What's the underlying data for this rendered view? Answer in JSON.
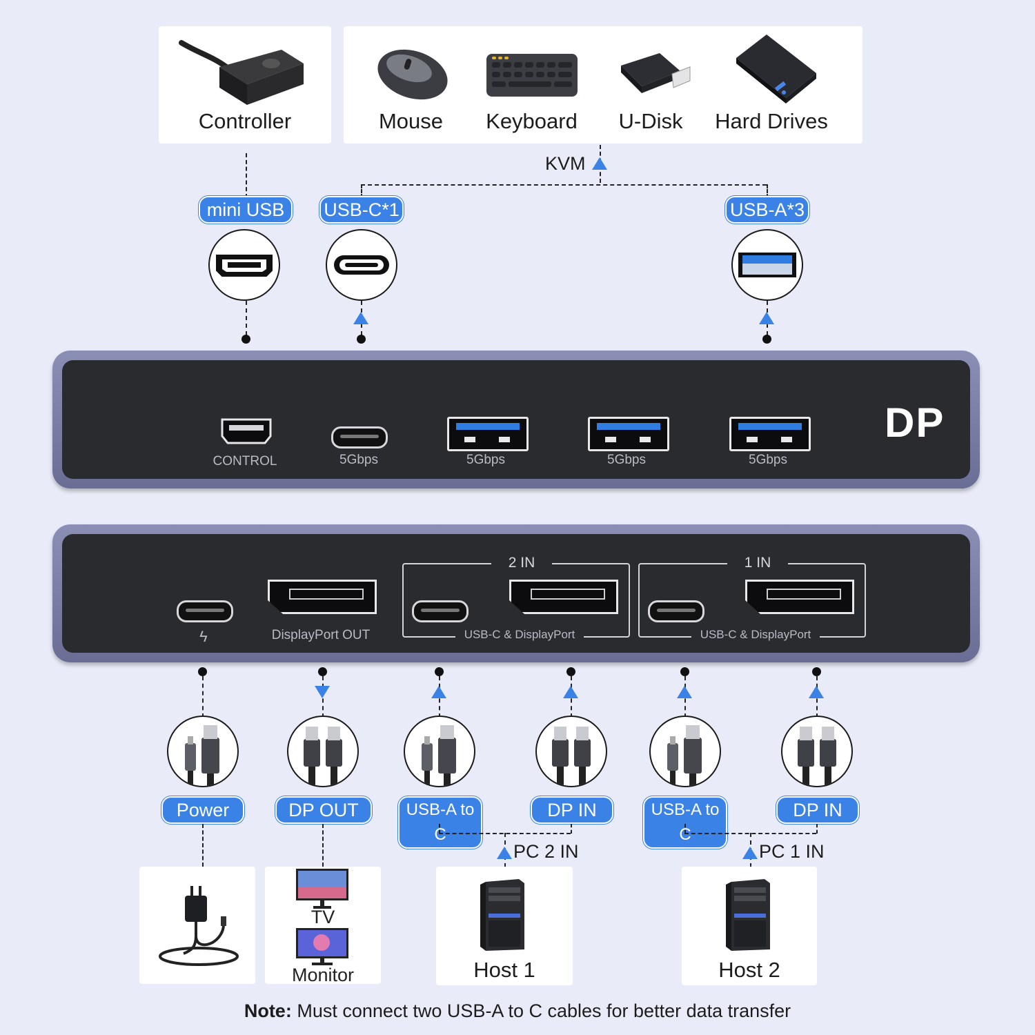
{
  "top_devices": {
    "controller": "Controller",
    "mouse": "Mouse",
    "keyboard": "Keyboard",
    "udisk": "U-Disk",
    "hard_drives": "Hard Drives"
  },
  "kvm_label": "KVM",
  "top_pills": {
    "mini_usb": "mini USB",
    "usb_c": "USB-C*1",
    "usb_a": "USB-A*3"
  },
  "front_panel": {
    "brand": "DP",
    "control": "CONTROL",
    "speeds": [
      "5Gbps",
      "5Gbps",
      "5Gbps",
      "5Gbps"
    ]
  },
  "rear_panel": {
    "power_symbol": "ϟ",
    "dp_out": "DisplayPort OUT",
    "group2_title": "2 IN",
    "group1_title": "1 IN",
    "group_sub": "USB-C & DisplayPort"
  },
  "bottom_pills": {
    "power": "Power",
    "dp_out": "DP OUT",
    "usb_a_to_c_1": "USB-A to C",
    "dp_in_1": "DP IN",
    "usb_a_to_c_2": "USB-A to C",
    "dp_in_2": "DP IN"
  },
  "pc_labels": {
    "pc2": "PC 2 IN",
    "pc1": "PC 1 IN"
  },
  "bottom_devices": {
    "tv": "TV",
    "monitor": "Monitor",
    "host1": "Host 1",
    "host2": "Host 2"
  },
  "note": {
    "prefix": "Note:",
    "text": " Must connect two USB-A to C cables for better data transfer"
  },
  "colors": {
    "accent": "#3b82e6",
    "background": "#e9ecf8",
    "panel": "#2a2b2f"
  }
}
